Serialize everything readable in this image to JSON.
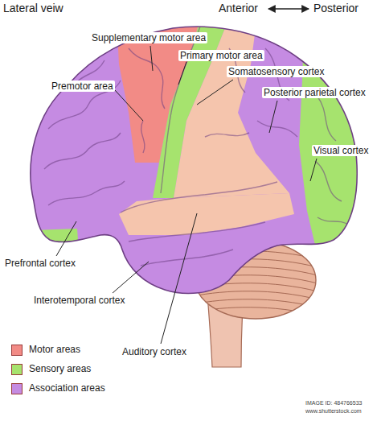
{
  "diagram": {
    "title": "Lateral veiw",
    "labels": [
      "Anterior",
      "Posterior",
      "Supplementary motor area",
      "Primary motor area",
      "Somatosensory cortex",
      "Premotor area",
      "Posterior parietal cortex",
      "Visual cortex",
      "Prefrontal cortex",
      "Interotemporal cortex",
      "Auditory cortex",
      "IMAGE ID: 484766533",
      "www.shutterstock.com"
    ],
    "legend": [
      {
        "text": "Motor areas",
        "color": "#f28b86"
      },
      {
        "text": "Sensory areas",
        "color": "#a6e36e"
      },
      {
        "text": "Association areas",
        "color": "#c58be2"
      }
    ]
  }
}
